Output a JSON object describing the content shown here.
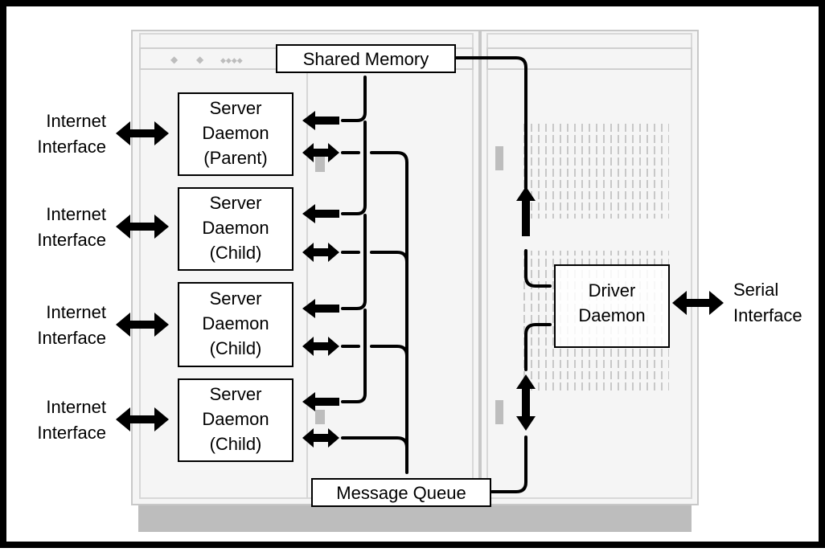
{
  "shared_memory": {
    "label": "Shared Memory"
  },
  "message_queue": {
    "label": "Message Queue"
  },
  "driver": {
    "line1": "Driver",
    "line2": "Daemon"
  },
  "serial": {
    "line1": "Serial",
    "line2": "Interface"
  },
  "servers": [
    {
      "line1": "Server",
      "line2": "Daemon",
      "line3": "(Parent)"
    },
    {
      "line1": "Server",
      "line2": "Daemon",
      "line3": "(Child)"
    },
    {
      "line1": "Server",
      "line2": "Daemon",
      "line3": "(Child)"
    },
    {
      "line1": "Server",
      "line2": "Daemon",
      "line3": "(Child)"
    }
  ],
  "internet": [
    {
      "line1": "Internet",
      "line2": "Interface"
    },
    {
      "line1": "Internet",
      "line2": "Interface"
    },
    {
      "line1": "Internet",
      "line2": "Interface"
    },
    {
      "line1": "Internet",
      "line2": "Interface"
    }
  ],
  "colors": {
    "background_art": "#e0e0e0",
    "line": "#000000",
    "panel_stroke": "#c8c8c8"
  }
}
